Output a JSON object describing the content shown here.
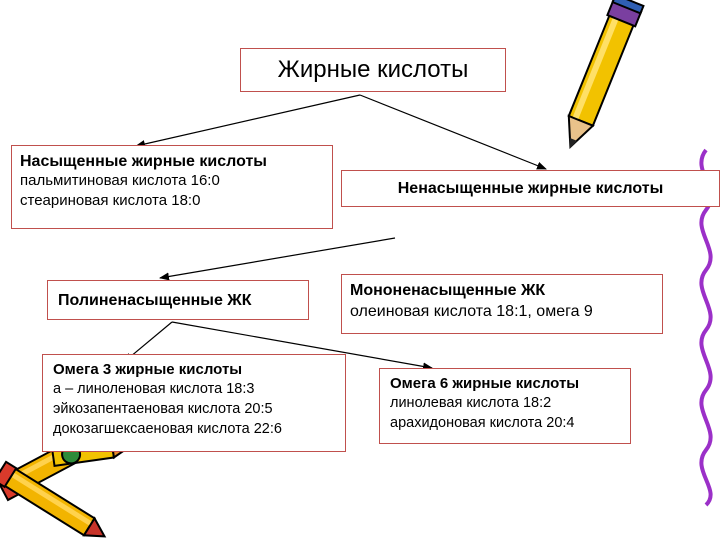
{
  "root": {
    "title": "Жирные кислоты"
  },
  "saturated": {
    "title": "Насыщенные жирные кислоты",
    "items": [
      "пальмитиновая кислота 16:0",
      "стеариновая кислота 18:0"
    ]
  },
  "unsaturated": {
    "title": "Ненасыщенные жирные кислоты"
  },
  "polyunsaturated": {
    "title": "Полиненасыщенные ЖК"
  },
  "monounsaturated": {
    "title": "Мононенасыщенные ЖК",
    "items": [
      "олеиновая кислота 18:1, омега 9"
    ]
  },
  "omega3": {
    "title": "Омега 3 жирные кислоты",
    "items": [
      "а – линоленовая кислота 18:3",
      "эйкозапентаеновая кислота 20:5",
      "докозагшексаеновая кислота 22:6"
    ]
  },
  "omega6": {
    "title": "Омега 6 жирные кислоты",
    "items": [
      "линолевая кислота 18:2",
      "арахидоновая кислота 20:4"
    ]
  },
  "colors": {
    "box_border": "#c0504d",
    "arrow": "#000000",
    "pencil_body": "#f2c200",
    "wave": "#9b30c8"
  },
  "decorations": [
    "pencil-icon",
    "crayons-icon",
    "wavy-line"
  ]
}
